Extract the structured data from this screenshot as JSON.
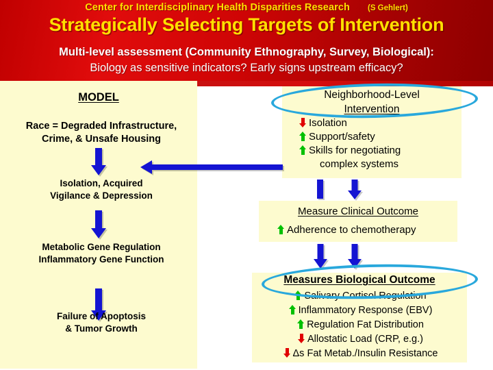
{
  "header": {
    "line1": "Center for Interdisciplinary  Health  Disparities Research",
    "author": "(S Gehlert)",
    "title": "Strategically Selecting Targets of Intervention",
    "subtitle_line1": "Multi-level assessment (Community Ethnography, Survey,  Biological):",
    "subtitle_line2": "Biology as sensitive indicators? Early signs upstream efficacy?",
    "bg_color": "#cf0505",
    "title_color": "#ffe000",
    "subtitle_color": "#ffffff"
  },
  "left_column": {
    "panel_color": "#fdfbcf",
    "model_heading": "MODEL",
    "step1": "Race = Degraded Infrastructure, Crime, & Unsafe Housing",
    "step1_line1": "Race = Degraded Infrastructure,",
    "step1_line2": "Crime, & Unsafe Housing",
    "step2_line1": "Isolation, Acquired",
    "step2_line2": "Vigilance & Depression",
    "step3_line1": "Metabolic Gene Regulation",
    "step3_line2": "Inflammatory Gene Function",
    "step4_line1": "Failure of Apoptosis",
    "step4_line2": "& Tumor Growth"
  },
  "neighborhood_box": {
    "title_line1": "Neighborhood-Level",
    "title_line2": "Intervention",
    "items": [
      {
        "marker": "down-arrow-icon",
        "marker_color": "#e00000",
        "text": "Isolation"
      },
      {
        "marker": "up-arrow-icon",
        "marker_color": "#00c000",
        "text": "Support/safety"
      },
      {
        "marker": "up-arrow-icon",
        "marker_color": "#00c000",
        "text": "Skills for negotiating"
      }
    ],
    "continuation": "complex systems"
  },
  "clinical_box": {
    "title": "Measure Clinical Outcome",
    "items": [
      {
        "marker": "up-arrow-icon",
        "marker_color": "#00c000",
        "text": "Adherence to chemotherapy"
      }
    ]
  },
  "biological_box": {
    "title": "Measures Biological Outcome",
    "items": [
      {
        "marker": "up-arrow-icon",
        "marker_color": "#00c000",
        "text": "Salivary Cortisol Regulation"
      },
      {
        "marker": "up-arrow-icon",
        "marker_color": "#00c000",
        "text": "Inflammatory Response (EBV)"
      },
      {
        "marker": "up-arrow-icon",
        "marker_color": "#00c000",
        "text": "Regulation Fat Distribution"
      },
      {
        "marker": "down-arrow-icon",
        "marker_color": "#e00000",
        "text": "Allostatic Load (CRP, e.g.)"
      },
      {
        "marker": "down-arrow-icon",
        "marker_color": "#e00000",
        "text": "Δs Fat Metab./Insulin Resistance"
      }
    ]
  },
  "annotations": {
    "highlight_color": "#29a8dc",
    "flow_arrow_color": "#1414d2",
    "ellipse_1_target": "Neighborhood-Level Intervention",
    "ellipse_2_target": "Measures Biological Outcome"
  }
}
